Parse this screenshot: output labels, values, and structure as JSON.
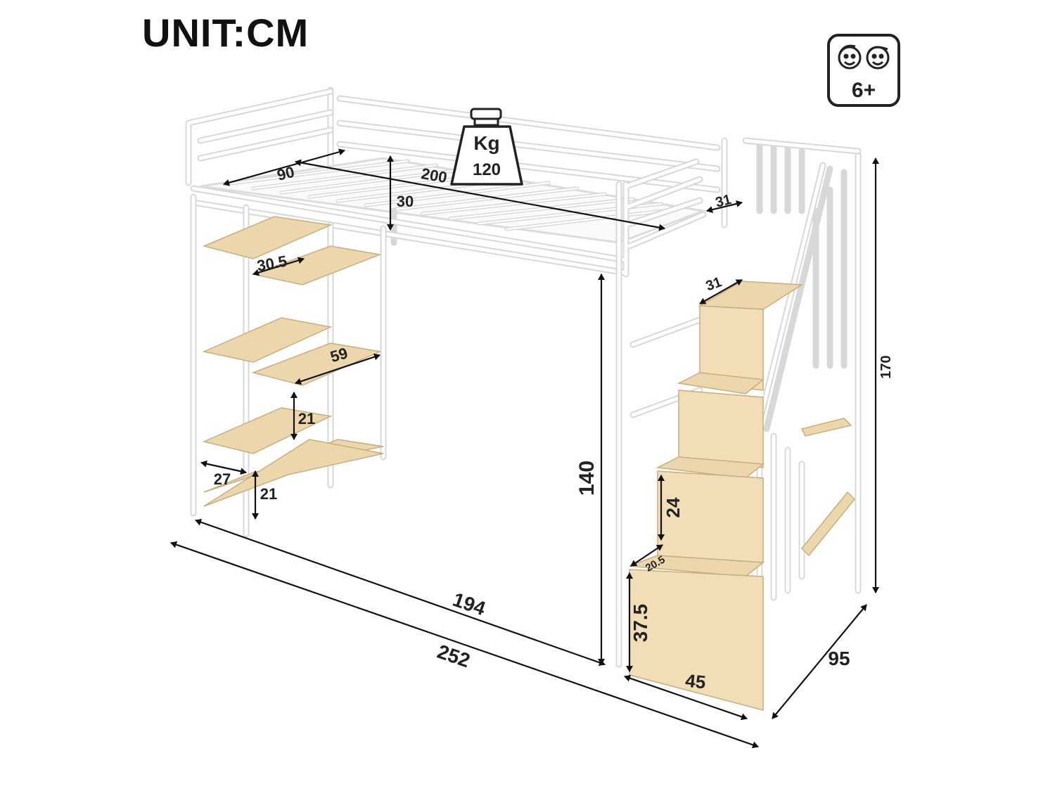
{
  "unit_label": "UNIT:CM",
  "age_badge": {
    "icon": "children-faces-icon",
    "text": "6+"
  },
  "weight_icon": {
    "unit": "Kg",
    "value": "120"
  },
  "dimensions": {
    "bed_width": "90",
    "bed_length": "200",
    "rail_height": "30",
    "platform_depth": "31",
    "shelf_gap_width": "30.5",
    "shelf_length": "59",
    "shelf_spacing_upper": "21",
    "shelf_depth": "27",
    "shelf_spacing_lower": "21",
    "under_bed_clearance": "140",
    "step_depth": "31",
    "step_rise": "24",
    "step_tread": "20.5",
    "bottom_step_height": "37.5",
    "stair_width": "45",
    "inner_length": "194",
    "total_length": "252",
    "total_depth": "95",
    "total_height": "170"
  },
  "colors": {
    "frame": "#ffffff",
    "frame_shade": "#d8d8d8",
    "wood": "#ecd7ad",
    "text": "#111111"
  }
}
